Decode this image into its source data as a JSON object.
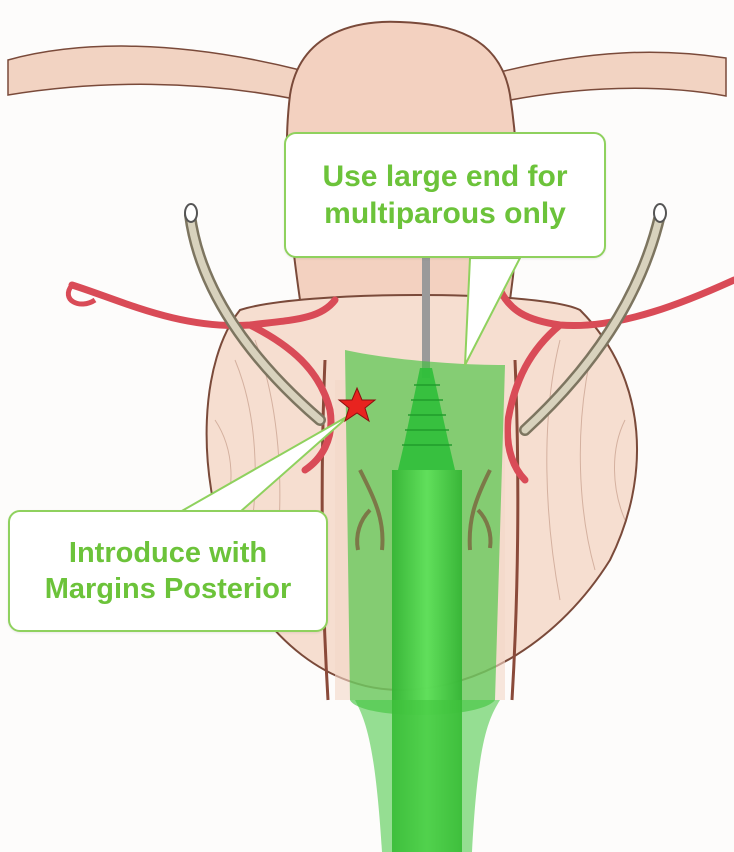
{
  "annotations": {
    "large_end": {
      "line1": "Use large end for",
      "line2": "multiparous only"
    },
    "introduce": {
      "line1": "Introduce with",
      "line2": "Margins Posterior"
    }
  },
  "colors": {
    "callout_text": "#6cc33a",
    "callout_border": "#8fd15e",
    "device_green": "#45c942",
    "tissue": "#f3d1c0",
    "artery": "#d94b57",
    "marker_star": "#e8231f"
  }
}
